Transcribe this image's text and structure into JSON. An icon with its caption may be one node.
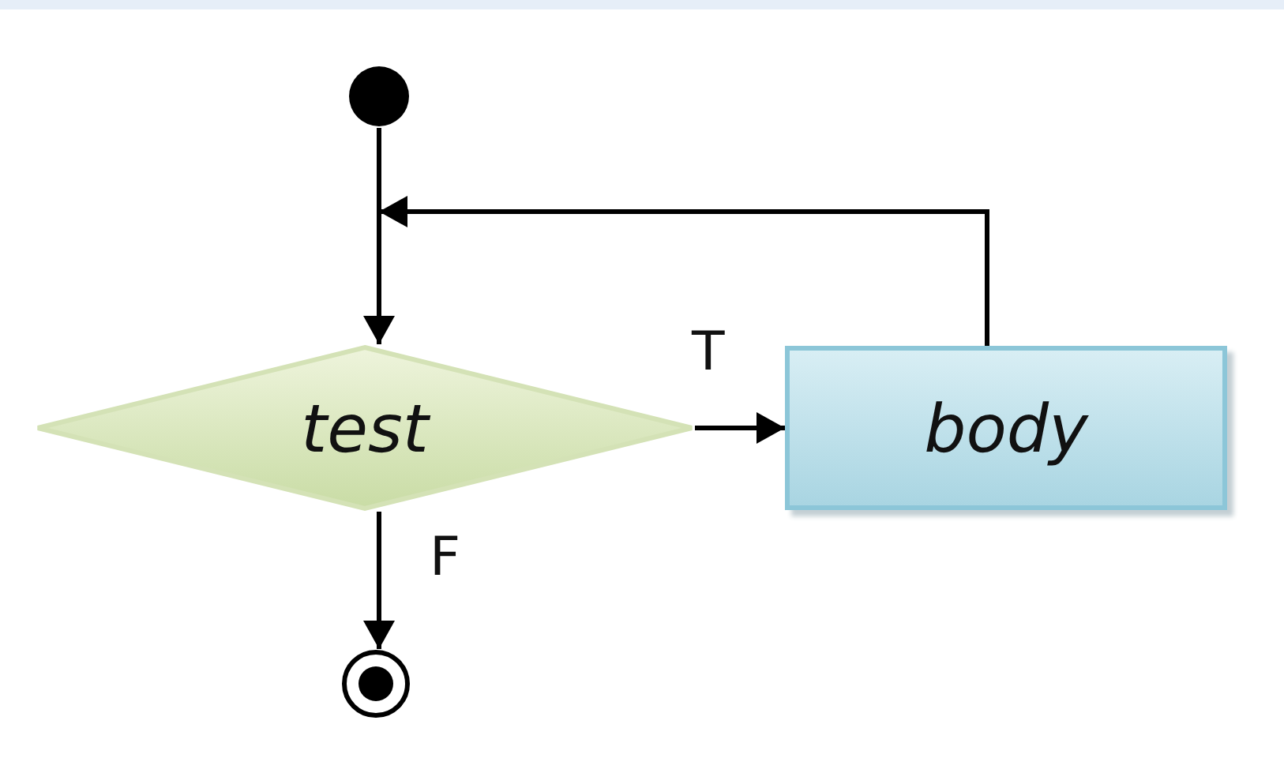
{
  "diagram": {
    "nodes": [
      {
        "text": [],
        "shape": "circle"
      },
      {
        "text": [
          "test"
        ]
      },
      {
        "text": [
          "body"
        ]
      },
      {
        "text": [],
        "shape": "circle"
      }
    ],
    "edges": [
      {
        "from": 0,
        "to": 1,
        "arrow": "to"
      },
      {
        "from": 1,
        "to": 2,
        "arrow": "to",
        "label": "T"
      },
      {
        "from": 2,
        "to": 1,
        "arrow": "to"
      },
      {
        "from": 1,
        "to": 3,
        "arrow": "to",
        "label": "F"
      }
    ]
  }
}
